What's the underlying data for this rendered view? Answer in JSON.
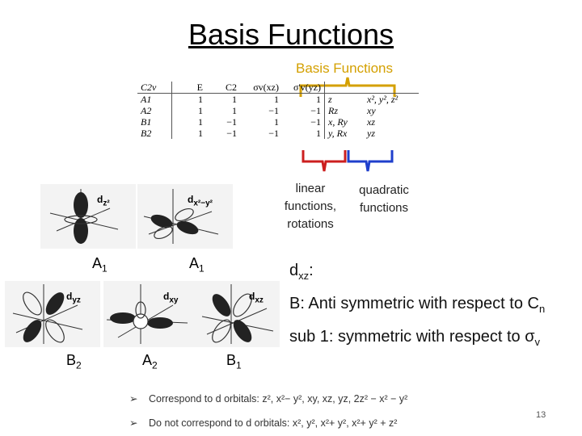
{
  "title": "Basis Functions",
  "basis_label": "Basis Functions",
  "character_table": {
    "header": [
      "C2v",
      "E",
      "C2",
      "σv(xz)",
      "σ'v(yz)"
    ],
    "rows": [
      {
        "irrep": "A1",
        "chars": [
          "1",
          "1",
          "1",
          "1"
        ],
        "linear": "z",
        "quadratic": "x², y², z²"
      },
      {
        "irrep": "A2",
        "chars": [
          "1",
          "1",
          "−1",
          "−1"
        ],
        "linear": "Rz",
        "quadratic": "xy"
      },
      {
        "irrep": "B1",
        "chars": [
          "1",
          "−1",
          "1",
          "−1"
        ],
        "linear": "x, Ry",
        "quadratic": "xz"
      },
      {
        "irrep": "B2",
        "chars": [
          "1",
          "−1",
          "−1",
          "1"
        ],
        "linear": "y, Rx",
        "quadratic": "yz"
      }
    ]
  },
  "linear_label": [
    "linear",
    "functions,",
    "rotations"
  ],
  "quadratic_label": [
    "quadratic",
    "functions"
  ],
  "orbitals": [
    {
      "name": "dz2",
      "label_base": "d",
      "label_sub": "z²",
      "symmetry_base": "A",
      "symmetry_sub": "1"
    },
    {
      "name": "dx2-y2",
      "label_base": "d",
      "label_sub": "x²−y²",
      "symmetry_base": "A",
      "symmetry_sub": "1"
    },
    {
      "name": "dyz",
      "label_base": "d",
      "label_sub": "yz",
      "symmetry_base": "B",
      "symmetry_sub": "2"
    },
    {
      "name": "dxy",
      "label_base": "d",
      "label_sub": "xy",
      "symmetry_base": "A",
      "symmetry_sub": "2"
    },
    {
      "name": "dxz",
      "label_base": "d",
      "label_sub": "xz",
      "symmetry_base": "B",
      "symmetry_sub": "1"
    }
  ],
  "dxz_note": {
    "head_base": "d",
    "head_sub": "xz",
    "head_tail": ":",
    "line1_text": "B: Anti symmetric with respect to C",
    "line1_sub": "n",
    "line2_text": "sub 1:  symmetric with respect to ",
    "line2_sigma": "σ",
    "line2_sub": "v"
  },
  "bullets": [
    {
      "arrow": "➢",
      "text": "Correspond to d orbitals: z², x²− y², xy, xz, yz, 2z² − x² − y²"
    },
    {
      "arrow": "➢",
      "text": "Do not correspond to d orbitals: x², y², x²+ y², x²+ y² + z²"
    }
  ],
  "page_number": "13",
  "colors": {
    "basis_bracket": "#d4a000",
    "linear_bracket": "#cc1f1f",
    "quadratic_bracket": "#1f3fcc",
    "lobe": "#222222"
  }
}
